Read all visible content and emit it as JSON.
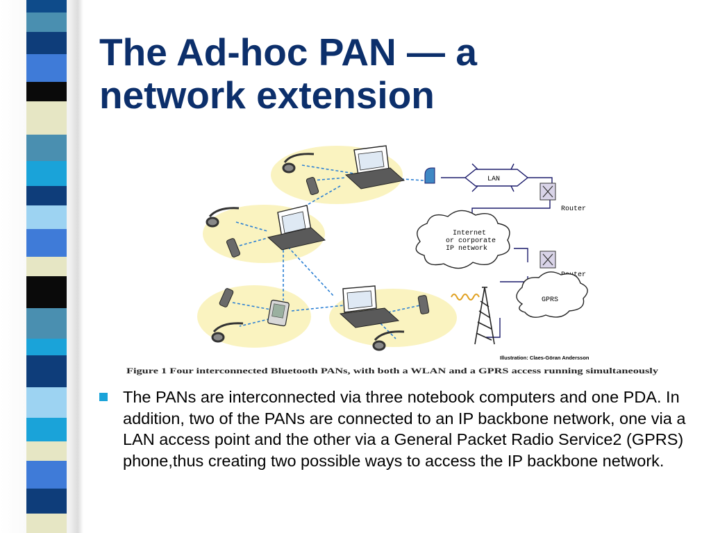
{
  "slide": {
    "title_lines": [
      "The Ad-hoc PAN — a",
      "network extension"
    ],
    "bullet": "The PANs are interconnected via three notebook computers and one PDA. In addition, two of the PANs are connected to an IP backbone network, one via a LAN access point and the other via a General Packet Radio Service2 (GPRS) phone,thus creating two possible ways to access the IP backbone network."
  },
  "figure": {
    "labels": {
      "lan": "LAN",
      "router_top": "Router",
      "router_bottom": "Router",
      "internet_line1": "Internet",
      "internet_line2": "or corporate",
      "internet_line3": "IP network",
      "gprs": "GPRS",
      "credit": "Illustration: Claes-Göran Andersson"
    },
    "caption": "Figure 1   Four interconnected Bluetooth PANs, with both a WLAN and a GPRS access running simultaneously"
  },
  "colors": {
    "title": "#0c2f6b",
    "bullet": "#1aa3d9",
    "pan_area": "#faf3c0",
    "link": "#2a7fd4"
  },
  "icons": [
    "laptop-icon",
    "headset-icon",
    "mobile-phone-icon",
    "pda-icon",
    "router-icon",
    "cloud-icon",
    "antenna-tower-icon",
    "access-point-icon"
  ]
}
